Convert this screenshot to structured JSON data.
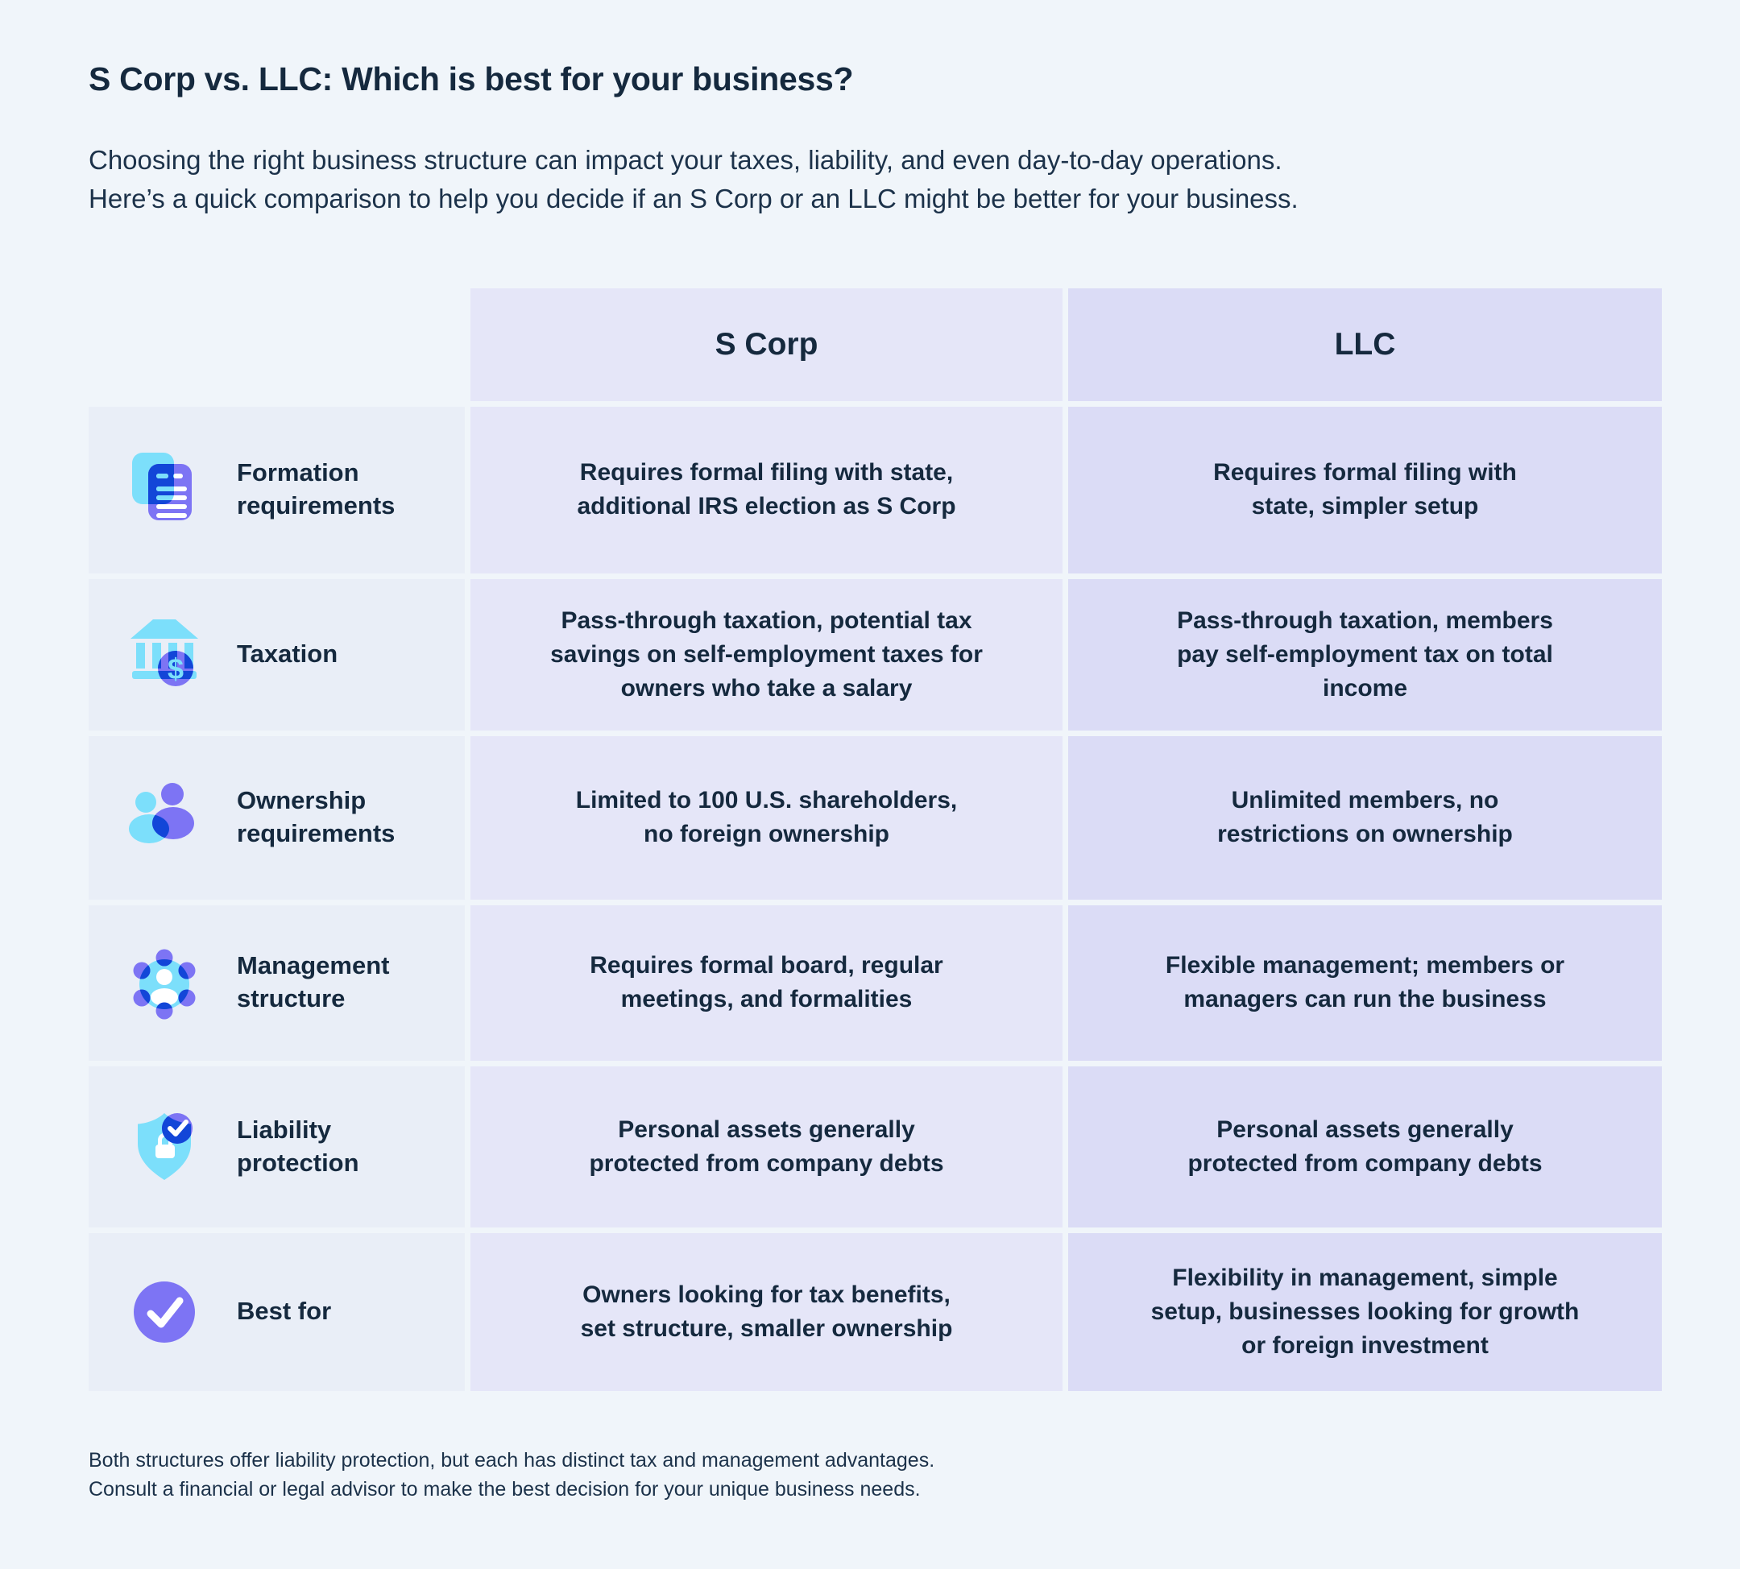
{
  "page": {
    "title": "S Corp vs. LLC: Which is best for your business?",
    "subtitle": "Choosing the right business structure can impact your taxes, liability, and even day-to-day operations.\nHere’s a quick comparison to help you decide if an S Corp or an LLC might be better for your business.",
    "footnote": "Both structures offer liability protection, but each has distinct tax and management advantages.\nConsult a financial or legal advisor to make the best decision for your unique business needs."
  },
  "colors": {
    "page_bg": "#f0f5fa",
    "label_cell_bg": "#e9eef7",
    "scorp_cell_bg": "#e5e6f8",
    "llc_cell_bg": "#dbdcf6",
    "text_dark": "#15293e",
    "icon_cyan": "#7cdffb",
    "icon_purple": "#7d74f4",
    "icon_deep_blue": "#1246d8",
    "icon_white": "#ffffff"
  },
  "table": {
    "header": {
      "scorp": "S Corp",
      "llc": "LLC"
    },
    "rows": [
      {
        "icon": "document-icon",
        "label": "Formation\nrequirements",
        "scorp": "Requires formal filing with state,\nadditional IRS election as S Corp",
        "llc": "Requires formal filing with\nstate, simpler setup"
      },
      {
        "icon": "bank-icon",
        "label": "Taxation",
        "scorp": "Pass-through taxation, potential tax\nsavings on self-employment taxes for\nowners who take a salary",
        "llc": "Pass-through taxation, members\npay self-employment tax on total\nincome"
      },
      {
        "icon": "people-icon",
        "label": "Ownership\nrequirements",
        "scorp": "Limited to 100 U.S. shareholders,\nno foreign ownership",
        "llc": "Unlimited members, no\nrestrictions on ownership"
      },
      {
        "icon": "team-icon",
        "label": "Management\nstructure",
        "scorp": "Requires formal board, regular\nmeetings, and formalities",
        "llc": "Flexible management; members or\nmanagers can run the business"
      },
      {
        "icon": "shield-check-icon",
        "label": "Liability\nprotection",
        "scorp": "Personal assets generally\nprotected from company debts",
        "llc": "Personal assets generally\nprotected from company debts"
      },
      {
        "icon": "check-circle-icon",
        "label": "Best for",
        "scorp": "Owners looking for tax benefits,\nset structure, smaller ownership",
        "llc": "Flexibility in management, simple\nsetup, businesses looking for growth\nor foreign investment"
      }
    ]
  },
  "icons": {
    "dollar_glyph": "$"
  }
}
